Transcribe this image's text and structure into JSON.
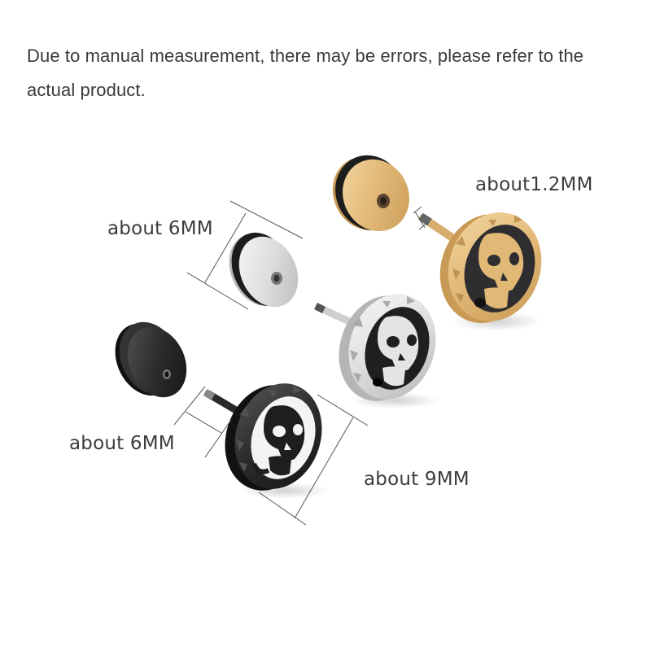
{
  "notice": {
    "text": "Due to manual measurement, there may be errors, please refer to the actual product."
  },
  "dimensions": {
    "pin_diameter": "about1.2MM",
    "back_thickness": "about 6MM",
    "pin_length": "about 6MM",
    "front_diameter": "about 9MM"
  },
  "products": [
    {
      "name": "gold skull fake plug earring",
      "finish": "gold",
      "color": "#e2b877",
      "inlay": "#2e2e30"
    },
    {
      "name": "silver skull fake plug earring",
      "finish": "silver",
      "color": "#dcdcdc",
      "inlay": "#1f1f1f"
    },
    {
      "name": "black skull fake plug earring",
      "finish": "black",
      "color": "#2a2a2a",
      "inlay": "#f4f4f4"
    }
  ],
  "colors": {
    "text": "#3a3a3a",
    "dimension_line": "#555555",
    "o_ring": "#1c1c1c"
  }
}
